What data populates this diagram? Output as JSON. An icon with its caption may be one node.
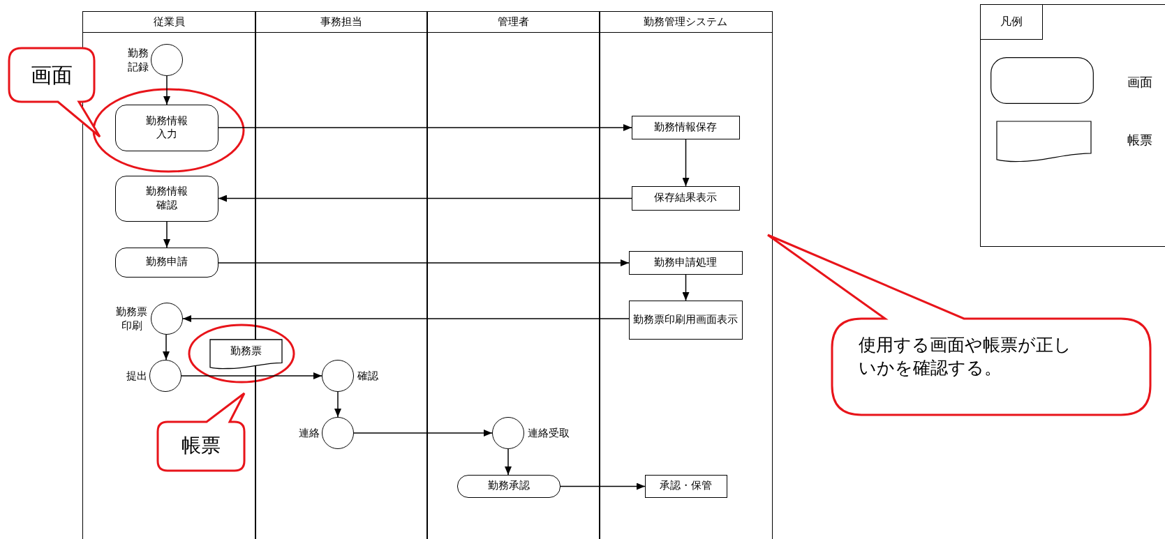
{
  "diagram": {
    "nodes": [
      {
        "text": [
          "従業員"
        ]
      },
      {
        "text": [
          "事務担当"
        ]
      },
      {
        "text": [
          "管理者"
        ]
      },
      {
        "text": [
          "勤務管理システム"
        ]
      },
      {
        "text": [],
        "shape": "circle",
        "in": 0,
        "beside": [
          "勤務記録"
        ]
      },
      {
        "text": [
          "勤務情報入力"
        ],
        "in": 0
      },
      {
        "text": [
          "勤務情報確認"
        ],
        "in": 0
      },
      {
        "text": [
          "勤務申請"
        ],
        "in": 0
      },
      {
        "text": [],
        "shape": "circle",
        "in": 0,
        "beside": [
          "勤務票印刷"
        ]
      },
      {
        "text": [
          "勤務票"
        ]
      },
      {
        "text": [],
        "shape": "circle",
        "in": 0,
        "beside": [
          "提出"
        ]
      },
      {
        "text": [],
        "shape": "circle",
        "in": 1,
        "beside": [
          "確認"
        ]
      },
      {
        "text": [],
        "shape": "circle",
        "in": 1,
        "beside": [
          "連絡"
        ]
      },
      {
        "text": [],
        "shape": "circle",
        "in": 2,
        "beside": [
          "連絡受取"
        ]
      },
      {
        "text": [
          "勤務承認"
        ],
        "in": 2
      },
      {
        "text": [
          "勤務情報保存"
        ],
        "in": 3
      },
      {
        "text": [
          "保存結果表示"
        ],
        "in": 3
      },
      {
        "text": [
          "勤務申請処理"
        ],
        "in": 3
      },
      {
        "text": [
          "勤務票印刷用画面表示"
        ],
        "in": 3
      },
      {
        "text": [
          "承認・保管"
        ],
        "in": 3
      },
      {
        "text": [
          "画面"
        ]
      },
      {
        "text": [
          "帳票"
        ],
        "in": 0
      },
      {
        "text": [
          "使用する画面や帳票が正しいかを確認する。"
        ]
      }
    ],
    "edges": [
      {
        "from": 4,
        "to": 5,
        "arrow": "to"
      },
      {
        "from": 5,
        "to": 15,
        "arrow": "to"
      },
      {
        "from": 15,
        "to": 16,
        "arrow": "to"
      },
      {
        "from": 16,
        "to": 6,
        "arrow": "to"
      },
      {
        "from": 6,
        "to": 7,
        "arrow": "to"
      },
      {
        "from": 7,
        "to": 17,
        "arrow": "to"
      },
      {
        "from": 17,
        "to": 18,
        "arrow": "to"
      },
      {
        "from": 18,
        "to": 8,
        "arrow": "to"
      },
      {
        "from": 8,
        "to": 10,
        "arrow": "to"
      },
      {
        "from": 10,
        "to": 11,
        "arrow": "to"
      },
      {
        "from": 11,
        "to": 12,
        "arrow": "to"
      },
      {
        "from": 12,
        "to": 13,
        "arrow": "to"
      },
      {
        "from": 13,
        "to": 14,
        "arrow": "to"
      },
      {
        "from": 14,
        "to": 19,
        "arrow": "to"
      }
    ],
    "labels": [
      "凡例"
    ],
    "legend": [
      {
        "text": "画面"
      },
      {
        "text": "帳票"
      }
    ]
  }
}
